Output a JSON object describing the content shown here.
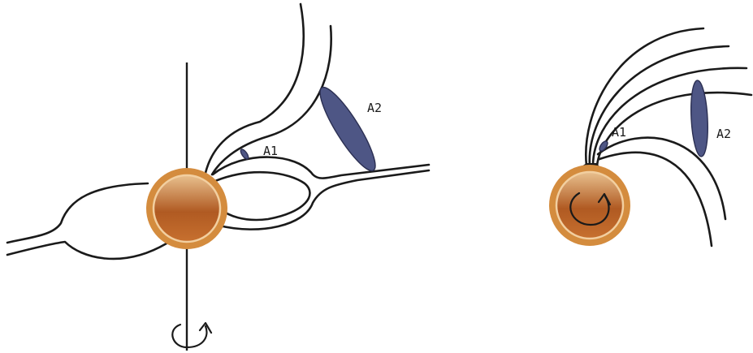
{
  "colors": {
    "background": "#ffffff",
    "line": "#1a1a1a",
    "patch": "#4e5685",
    "ball_rim": "#d48c3e",
    "ball_top": "#e8c08e",
    "ball_mid": "#b05a22",
    "ball_bottom": "#c7702f"
  },
  "icons": {
    "left_rotation": "rotation-arrow-icon",
    "right_rotation": "circular-arrow-icon"
  },
  "left_figure": {
    "label_a1": "A1",
    "label_a2": "A2"
  },
  "right_figure": {
    "label_a1": "A1",
    "label_a2": "A2"
  }
}
